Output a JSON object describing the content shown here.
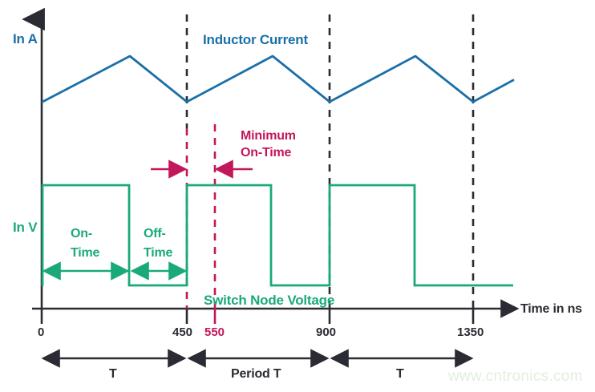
{
  "figure": {
    "axis_y_label_current": "In A",
    "axis_y_label_voltage": "In V",
    "axis_x_label": "Time in ns",
    "series_label_current": "Inductor Current",
    "series_label_voltage": "Switch Node Voltage",
    "annotation_minimum_on_time_line1": "Minimum",
    "annotation_minimum_on_time_line2": "On-Time",
    "annotation_on_time_line1": "On-",
    "annotation_on_time_line2": "Time",
    "annotation_off_time_line1": "Off-",
    "annotation_off_time_line2": "Time",
    "period_label_1": "T",
    "period_label_2": "Period T",
    "period_label_3": "T",
    "watermark": "www.cntronics.com"
  },
  "colors": {
    "inductor_current": "#1a6fa8",
    "switch_node_voltage": "#1aaa78",
    "minimum_on_time": "#c2185b",
    "axis": "#2b2b33",
    "watermark": "#e2eedd"
  },
  "chart_data": {
    "type": "line",
    "title": "",
    "xlabel": "Time in ns",
    "ylabel": "In A / In V",
    "xlim": [
      0,
      1600
    ],
    "grid": false,
    "legend": "inline-labels",
    "xticks": [
      0,
      450,
      550,
      900,
      1350
    ],
    "xtick_labels": [
      "0",
      "450",
      "550",
      "900",
      "1350"
    ],
    "xtick_colors": [
      "#2b2b33",
      "#2b2b33",
      "#c2185b",
      "#2b2b33",
      "#2b2b33"
    ],
    "series": [
      {
        "name": "Inductor Current",
        "units": "A",
        "color": "#1a6fa8",
        "shape": "triangular-ripple",
        "points_ns": [
          0,
          270,
          450,
          715,
          900,
          1165,
          1350,
          1480
        ],
        "points_level": [
          0.45,
          1.0,
          0.45,
          1.0,
          0.45,
          1.0,
          0.45,
          0.68
        ]
      },
      {
        "name": "Switch Node Voltage",
        "units": "V",
        "color": "#1aaa78",
        "shape": "square-pulse",
        "transitions_ns": [
          0,
          270,
          450,
          715,
          900,
          1165,
          1350,
          1480
        ],
        "levels": [
          1,
          1,
          0,
          1,
          0,
          1,
          0,
          0
        ],
        "on_time_ns": 270,
        "off_time_ns": 180,
        "period_ns": 450
      }
    ],
    "annotations": [
      {
        "label": "On-Time",
        "from_ns": 0,
        "to_ns": 270,
        "color": "#1aaa78"
      },
      {
        "label": "Off-Time",
        "from_ns": 270,
        "to_ns": 450,
        "color": "#1aaa78"
      },
      {
        "label": "Minimum On-Time",
        "from_ns": 450,
        "to_ns": 550,
        "color": "#c2185b"
      },
      {
        "label": "T",
        "from_ns": 0,
        "to_ns": 450,
        "color": "#2b2b33"
      },
      {
        "label": "Period T",
        "from_ns": 450,
        "to_ns": 900,
        "color": "#2b2b33"
      },
      {
        "label": "T",
        "from_ns": 900,
        "to_ns": 1350,
        "color": "#2b2b33"
      }
    ],
    "markers_dashed_black_ns": [
      450,
      900,
      1350
    ],
    "markers_dashed_crimson_ns": [
      450,
      550
    ]
  }
}
